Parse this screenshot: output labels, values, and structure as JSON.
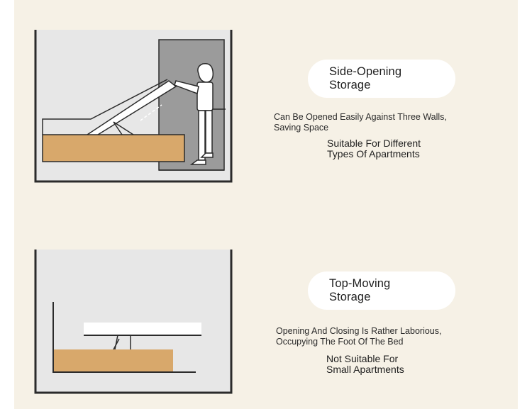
{
  "sections": [
    {
      "title_lines": [
        "Side-Opening",
        "Storage"
      ],
      "description_lines": [
        "Can Be Opened Easily Against Three Walls,",
        "Saving Space"
      ],
      "verdict_lines": [
        "Suitable For Different",
        "Types Of Apartments"
      ]
    },
    {
      "title_lines": [
        "Top-Moving",
        "Storage"
      ],
      "description_lines": [
        "Opening And Closing Is Rather Laborious,",
        "Occupying The Foot Of The Bed"
      ],
      "verdict_lines": [
        "Not Suitable For",
        "Small Apartments"
      ]
    }
  ],
  "colors": {
    "background": "#f6f1e6",
    "room": "#e7e7e7",
    "wall": "#2b2b2b",
    "door": "#9b9b9b",
    "mattress": "#d8a86b",
    "pill": "#ffffff"
  }
}
